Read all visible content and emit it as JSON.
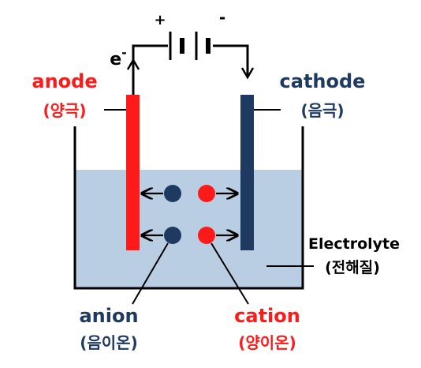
{
  "battery": {
    "plus": "+",
    "minus": "-",
    "electron": "e",
    "electron_sup": "-"
  },
  "anode": {
    "name": "anode",
    "korean": "(양극)"
  },
  "cathode": {
    "name": "cathode",
    "korean": "(음극)"
  },
  "electrolyte": {
    "name": "Electrolyte",
    "korean": "(전해질)"
  },
  "anion": {
    "name": "anion",
    "korean": "(음이온)"
  },
  "cation": {
    "name": "cation",
    "korean": "(양이온)"
  },
  "colors": {
    "red": "#ff1a1a",
    "navy": "#1f3a60",
    "electrolyte": "#b9cde3",
    "wire": "#000000"
  }
}
